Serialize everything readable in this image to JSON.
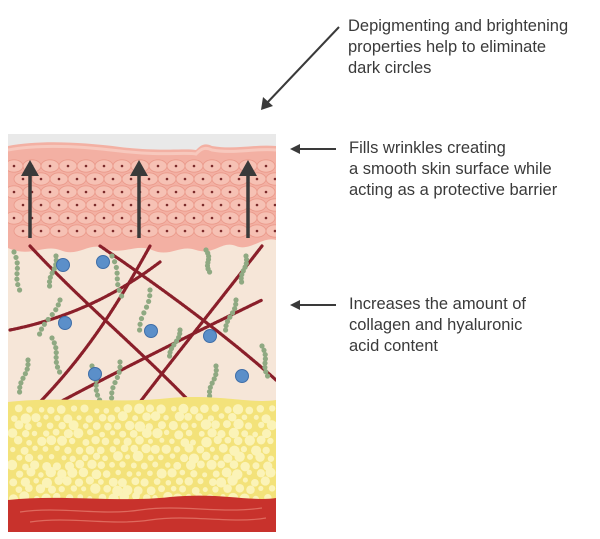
{
  "annotations": [
    {
      "lines": [
        "Depigmenting and brightening",
        "properties help to eliminate",
        "dark circles"
      ]
    },
    {
      "lines": [
        "Fills wrinkles creating",
        "a smooth skin surface while",
        "acting as a protective barrier"
      ]
    },
    {
      "lines": [
        "Increases the amount of",
        "collagen and hyaluronic",
        "acid content"
      ]
    }
  ],
  "colors": {
    "text": "#3a3a3a",
    "arrow": "#3a3a3a",
    "top_layer": "#e9e9e9",
    "epidermis": "#f3b0a3",
    "epidermis_cells": "#f6c1b4",
    "cell_dot": "#7a2a2a",
    "dermis": "#f6e6d8",
    "collagen_fiber": "#8a1f2a",
    "elastin_fiber": "#8fa982",
    "hyaluronic_sphere": "#5b8fc9",
    "fat_layer": "#f3e27a",
    "fat_globule": "#fbf3b8",
    "muscle_layer": "#c8322c"
  }
}
